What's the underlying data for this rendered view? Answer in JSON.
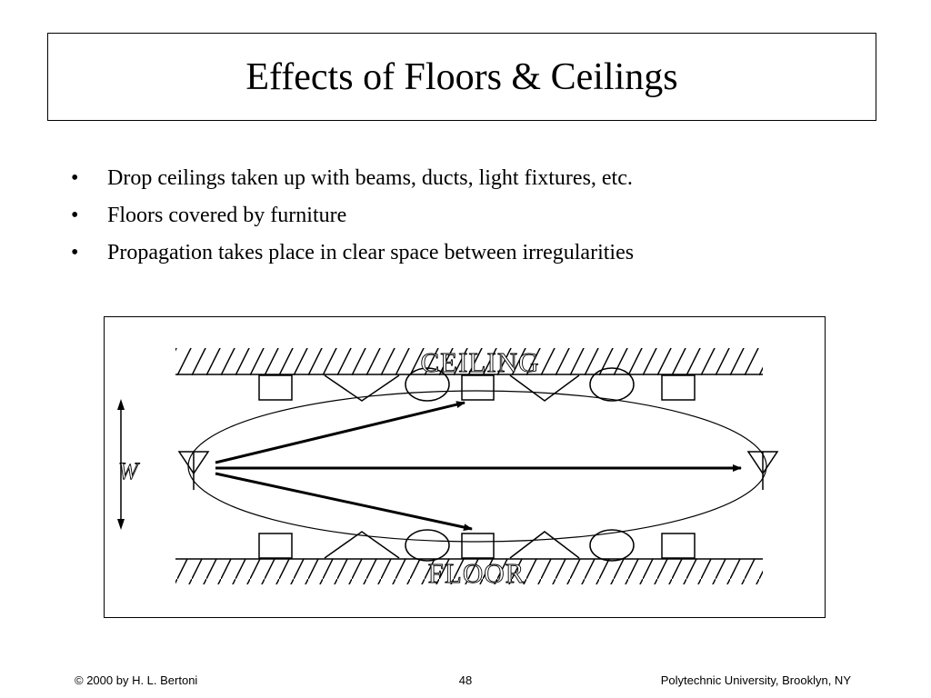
{
  "slide": {
    "title": "Effects of Floors & Ceilings",
    "bullet_char": "•",
    "bullets": [
      "Drop ceilings taken up with beams, ducts, light fixtures, etc.",
      "Floors covered by furniture",
      "Propagation takes place in clear space between irregularities"
    ]
  },
  "diagram": {
    "ceiling_label": "CEILING",
    "floor_label": "FLOOR",
    "width_label": "W"
  },
  "footer": {
    "copyright": "© 2000 by H. L. Bertoni",
    "page_number": "48",
    "institution": "Polytechnic University, Brooklyn, NY"
  }
}
